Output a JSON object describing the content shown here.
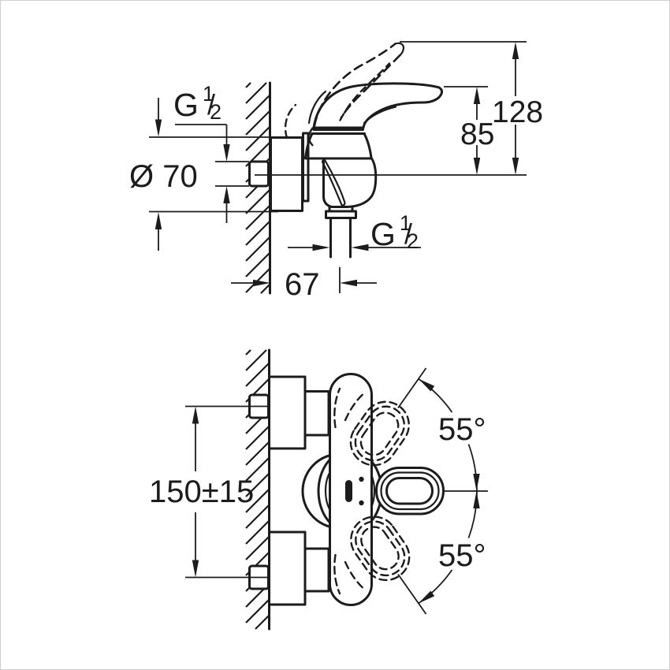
{
  "page": {
    "background": "#ffffff",
    "frame_color": "#cfcfcf",
    "line_color": "#1c1c1c"
  },
  "dimensions": {
    "inlet_thread": {
      "prefix": "G",
      "numerator": "1",
      "slash": "/",
      "denominator": "2"
    },
    "flange_diameter": "Ø 70",
    "handle_height": "85",
    "handle_raised_height": "128",
    "outlet_thread": {
      "prefix": "G",
      "numerator": "1",
      "slash": "/",
      "denominator": "2"
    },
    "wall_to_outlet": "67",
    "mounting_spacing": "150±15",
    "swivel_angle_upper": "55°",
    "swivel_angle_lower": "55°"
  }
}
